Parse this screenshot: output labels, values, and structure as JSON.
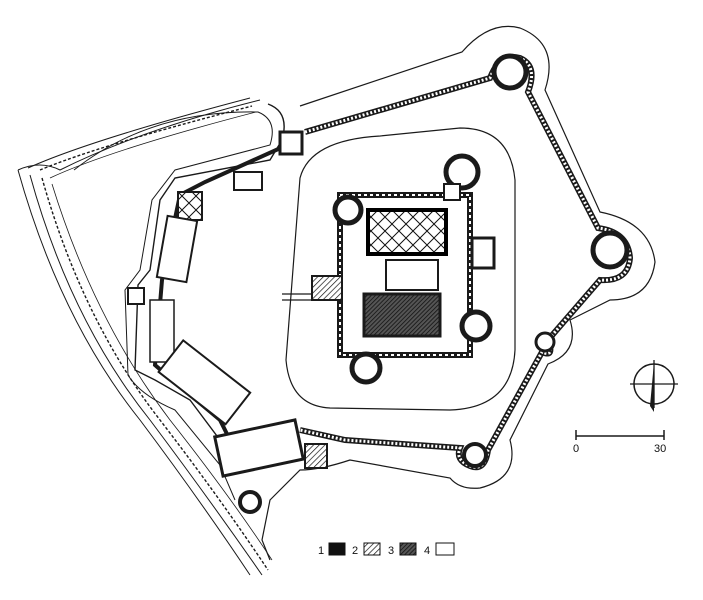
{
  "scale": {
    "start_label": "0",
    "end_label": "30"
  },
  "legend": {
    "items": [
      {
        "label": "1",
        "pattern": "solid-black"
      },
      {
        "label": "2",
        "pattern": "diagonal-hatch"
      },
      {
        "label": "3",
        "pattern": "dense-hatch"
      },
      {
        "label": "4",
        "pattern": "blank"
      }
    ]
  },
  "colors": {
    "ink": "#1a1a1a",
    "paper": "#ffffff"
  }
}
